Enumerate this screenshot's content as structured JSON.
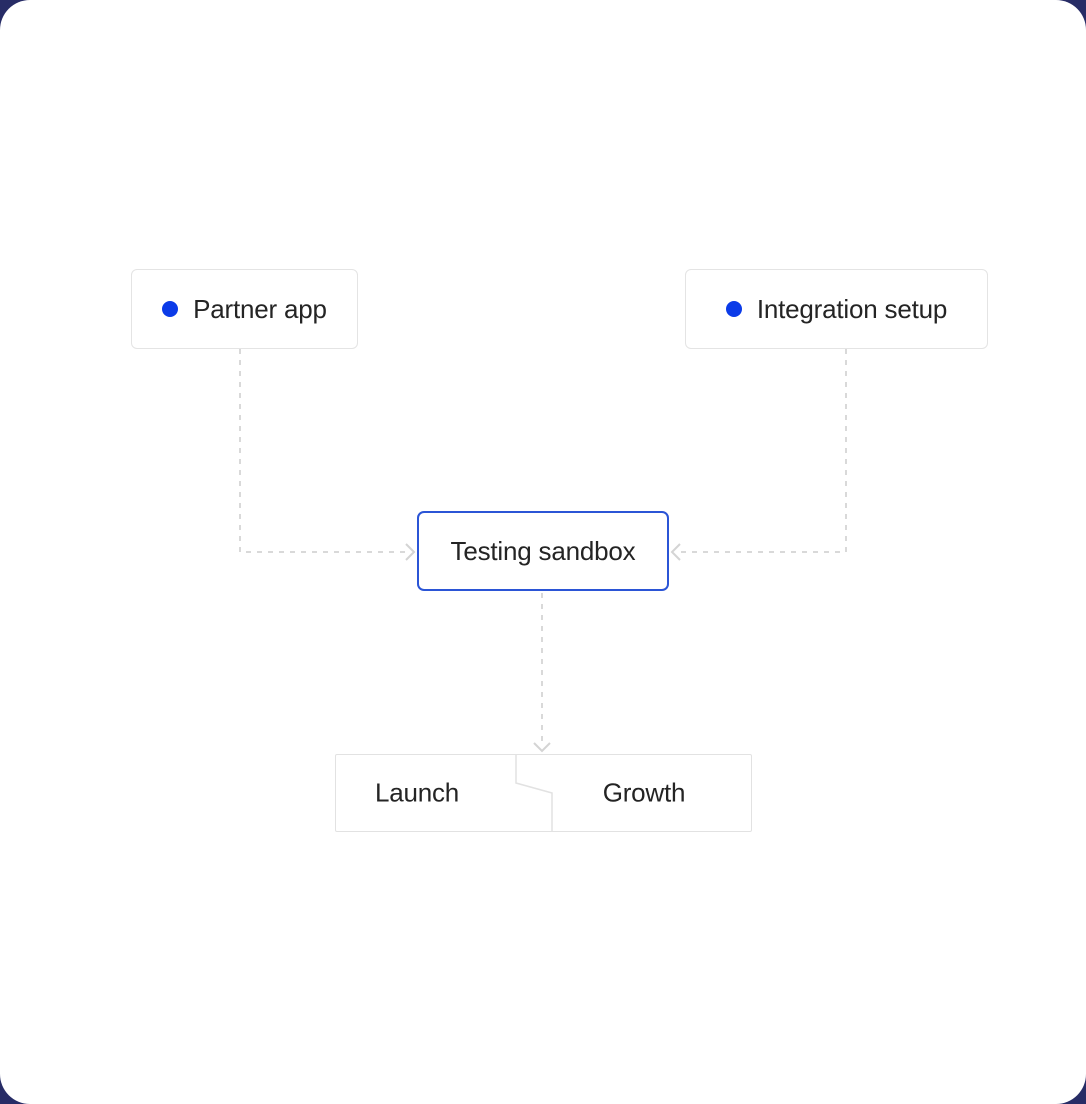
{
  "diagram": {
    "nodes": {
      "partner_app": {
        "label": "Partner app",
        "bullet": "blue-dot"
      },
      "integration_setup": {
        "label": "Integration setup",
        "bullet": "blue-dot"
      },
      "testing_sandbox": {
        "label": "Testing sandbox"
      },
      "launch": {
        "label": "Launch"
      },
      "growth": {
        "label": "Growth"
      }
    },
    "connections": [
      {
        "from": "partner_app",
        "to": "testing_sandbox",
        "style": "dashed-arrow"
      },
      {
        "from": "integration_setup",
        "to": "testing_sandbox",
        "style": "dashed-arrow"
      },
      {
        "from": "testing_sandbox",
        "to": "launch_growth",
        "style": "dashed-arrow"
      }
    ],
    "colors": {
      "bullet_blue": "#0b3be8",
      "accent_border_blue": "#2b55d6",
      "connector_gray": "#d9d9d9",
      "node_border_gray": "#e4e4e4",
      "text": "#242424",
      "card_background": "#ffffff",
      "page_background": "#272c66"
    }
  }
}
